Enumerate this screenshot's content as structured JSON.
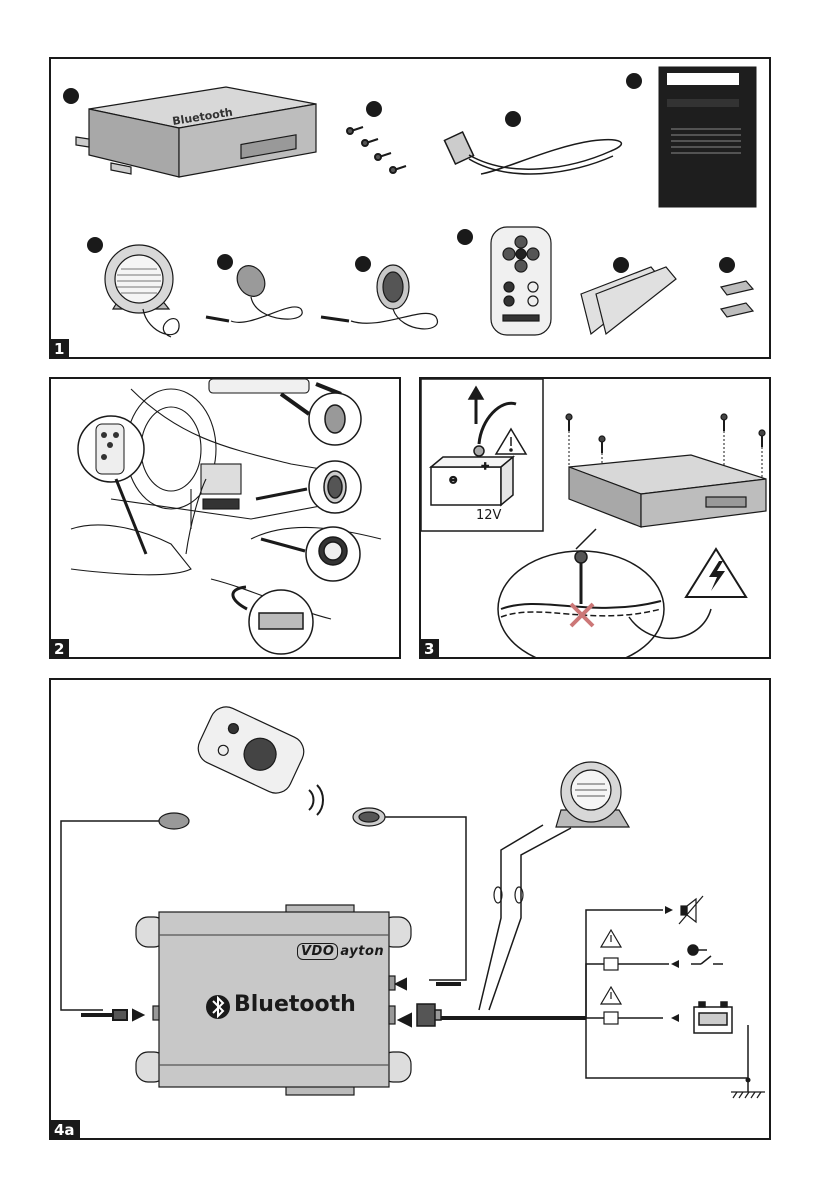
{
  "panels": {
    "p1": {
      "tag": "1"
    },
    "p2": {
      "tag": "2"
    },
    "p3": {
      "tag": "3"
    },
    "p4a": {
      "tag": "4a"
    }
  },
  "product": {
    "bluetooth_label": "Bluetooth",
    "brand_prefix": "VDO",
    "brand_suffix": "ayton"
  },
  "battery": {
    "voltage": "12V"
  },
  "icons": [
    "bullet-dot",
    "screw-icon",
    "warning-triangle-icon",
    "high-voltage-icon",
    "mute-speaker-icon",
    "ignition-key-icon",
    "battery-icon",
    "ground-icon",
    "bluetooth-icon",
    "signal-waves-icon"
  ],
  "colors": {
    "ink": "#1a1a1a",
    "device_gray": "#c8c8c8",
    "device_dark": "#8a8a8a",
    "panel_bg": "#ffffff"
  }
}
